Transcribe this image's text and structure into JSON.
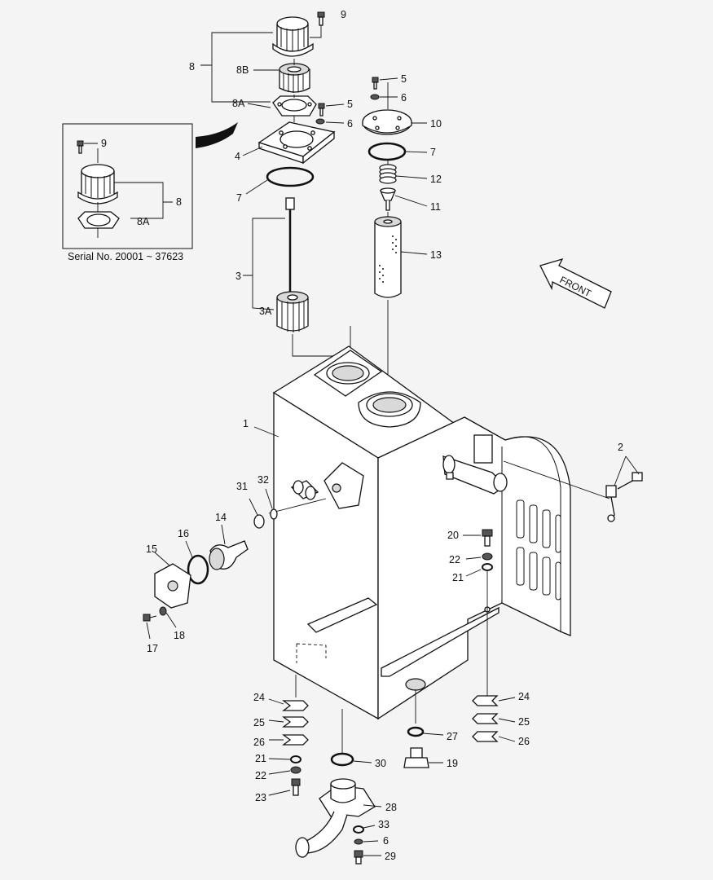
{
  "callouts": {
    "c1": "1",
    "c2": "2",
    "c3": "3",
    "c3A": "3A",
    "c4": "4",
    "c5a": "5",
    "c5b": "5",
    "c6a": "6",
    "c6b": "6",
    "c6c": "6",
    "c7a": "7",
    "c7b": "7",
    "c8": "8",
    "c8A": "8A",
    "c8B": "8B",
    "c8_inset": "8",
    "c8A_inset": "8A",
    "c9": "9",
    "c9_inset": "9",
    "c10": "10",
    "c11": "11",
    "c12": "12",
    "c13": "13",
    "c14": "14",
    "c15": "15",
    "c16": "16",
    "c17": "17",
    "c18": "18",
    "c19": "19",
    "c20": "20",
    "c21a": "21",
    "c21b": "21",
    "c22a": "22",
    "c22b": "22",
    "c23": "23",
    "c24a": "24",
    "c24b": "24",
    "c25a": "25",
    "c25b": "25",
    "c26a": "26",
    "c26b": "26",
    "c27": "27",
    "c28": "28",
    "c29": "29",
    "c30": "30",
    "c31": "31",
    "c32": "32",
    "c33": "33"
  },
  "inset": {
    "serial_text": "Serial No. 20001 ~ 37623"
  },
  "front_arrow": {
    "label": "FRONT"
  },
  "colors": {
    "background": "#f4f4f4",
    "ink": "#111111"
  }
}
